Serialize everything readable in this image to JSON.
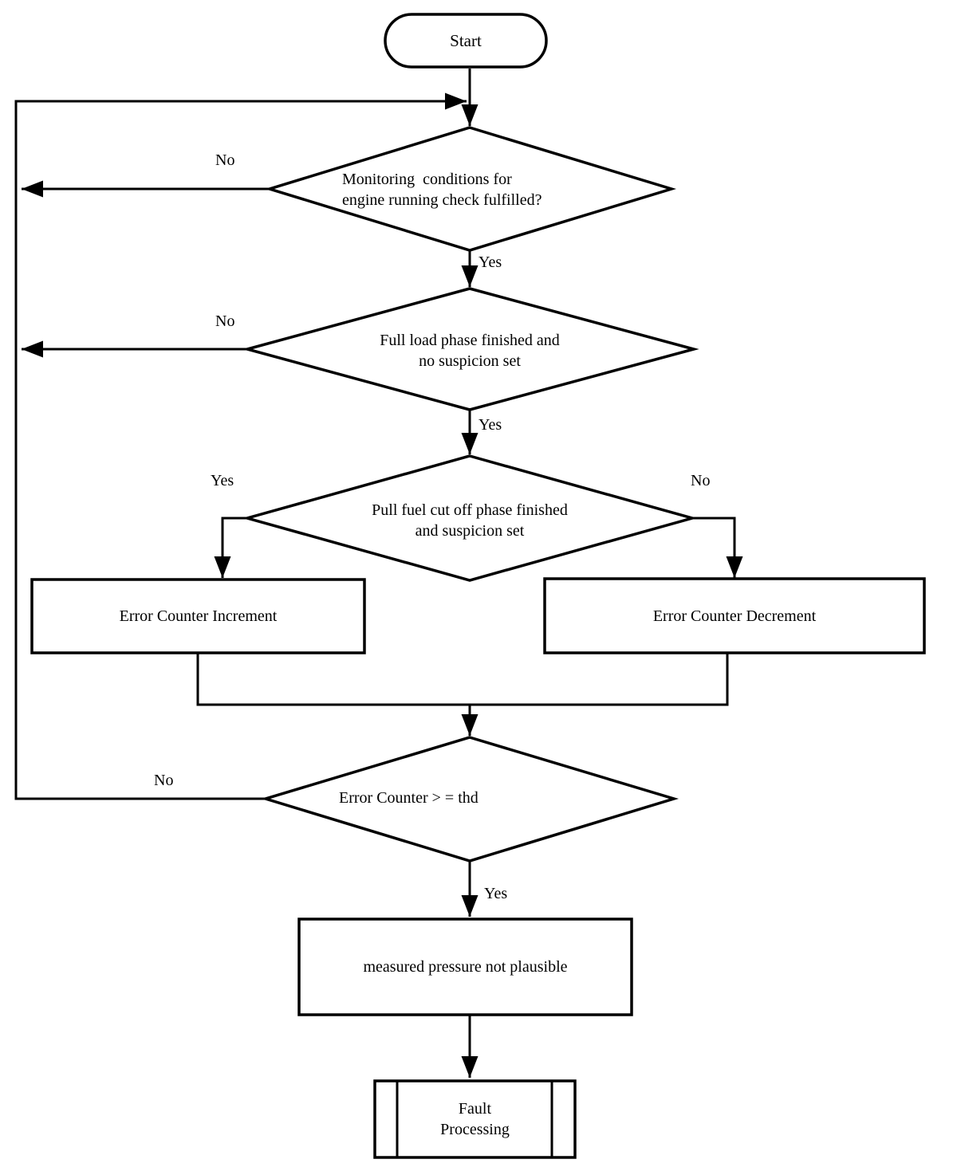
{
  "flowchart": {
    "nodes": {
      "start": {
        "type": "terminator",
        "label": "Start"
      },
      "d1": {
        "type": "decision",
        "label": "Monitoring  conditions for\nengine running check fulfilled?"
      },
      "d2": {
        "type": "decision",
        "label": "Full load phase finished and\nno suspicion set"
      },
      "d3": {
        "type": "decision",
        "label": "Pull fuel cut off phase finished\nand suspicion set"
      },
      "inc": {
        "type": "process",
        "label": "Error Counter Increment"
      },
      "dec": {
        "type": "process",
        "label": "Error Counter Decrement"
      },
      "d4": {
        "type": "decision",
        "label": "Error Counter > = thd"
      },
      "notplausible": {
        "type": "process",
        "label": "measured pressure not plausible"
      },
      "fault": {
        "type": "predefined-process",
        "label": "Fault\nProcessing"
      }
    },
    "edges": [
      {
        "from": "start",
        "to": "d1",
        "label": ""
      },
      {
        "from": "d1",
        "to": "loop-left-bus",
        "label": "No"
      },
      {
        "from": "d1",
        "to": "d2",
        "label": "Yes"
      },
      {
        "from": "d2",
        "to": "loop-left-bus",
        "label": "No"
      },
      {
        "from": "d2",
        "to": "d3",
        "label": "Yes"
      },
      {
        "from": "d3",
        "to": "inc",
        "label": "Yes"
      },
      {
        "from": "d3",
        "to": "dec",
        "label": "No"
      },
      {
        "from": "inc",
        "to": "d4",
        "label": ""
      },
      {
        "from": "dec",
        "to": "d4",
        "label": ""
      },
      {
        "from": "d4",
        "to": "loop-left-bus",
        "label": "No"
      },
      {
        "from": "d4",
        "to": "notplausible",
        "label": "Yes"
      },
      {
        "from": "notplausible",
        "to": "fault",
        "label": ""
      }
    ],
    "colors": {
      "line": "#000000",
      "background": "#ffffff",
      "text": "#000000"
    }
  }
}
